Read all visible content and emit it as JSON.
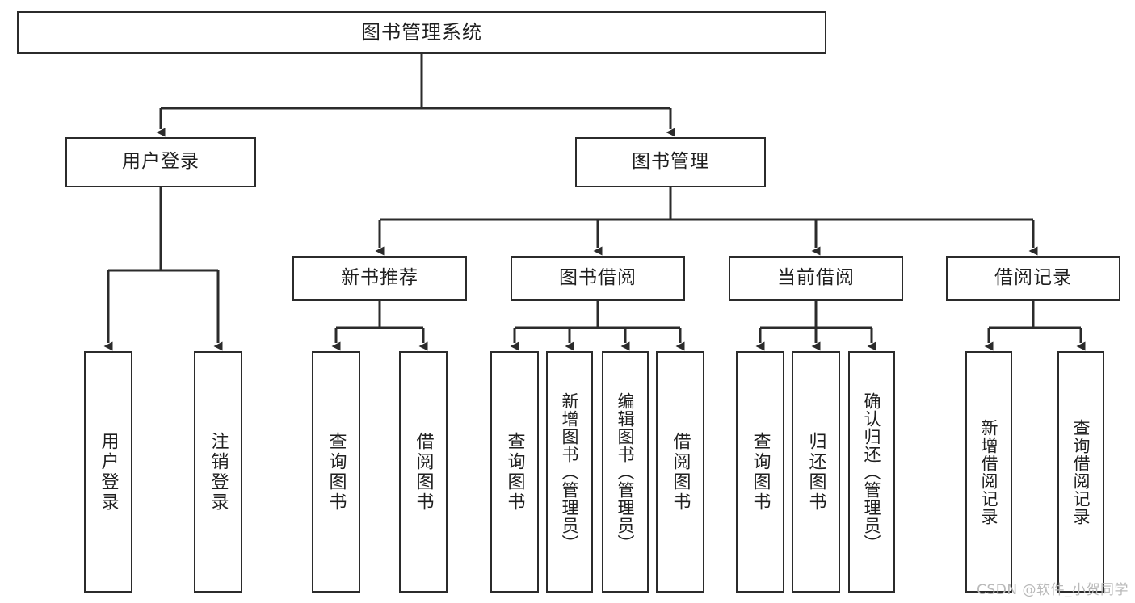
{
  "diagram": {
    "type": "tree-hierarchy-chart",
    "title": "图书管理系统",
    "watermark": "CSDN @软件_小贺同学",
    "colors": {
      "stroke": "#2b2b2b",
      "background": "#ffffff",
      "text": "#1f1f1f",
      "watermark": "#b9b9b9"
    },
    "root": {
      "label": "图书管理系统"
    },
    "level2": [
      {
        "id": "user-login",
        "label": "用户登录"
      },
      {
        "id": "book-manage",
        "label": "图书管理"
      }
    ],
    "level3": [
      {
        "id": "new-book-recommend",
        "label": "新书推荐"
      },
      {
        "id": "book-borrow",
        "label": "图书借阅"
      },
      {
        "id": "current-borrow",
        "label": "当前借阅"
      },
      {
        "id": "borrow-record",
        "label": "借阅记录"
      }
    ],
    "leaves": {
      "user_login": [
        {
          "id": "leaf-user-login",
          "label": "用户登录"
        },
        {
          "id": "leaf-logout-login",
          "label": "注销登录"
        }
      ],
      "new_book_recommend": [
        {
          "id": "leaf-query-book-1",
          "label": "查询图书"
        },
        {
          "id": "leaf-borrow-book-1",
          "label": "借阅图书"
        }
      ],
      "book_borrow": [
        {
          "id": "leaf-query-book-2",
          "label": "查询图书"
        },
        {
          "id": "leaf-add-book",
          "label": "新增图书（管理员）"
        },
        {
          "id": "leaf-edit-book",
          "label": "编辑图书（管理员）"
        },
        {
          "id": "leaf-borrow-book-2",
          "label": "借阅图书"
        }
      ],
      "current_borrow": [
        {
          "id": "leaf-query-book-3",
          "label": "查询图书"
        },
        {
          "id": "leaf-return-book",
          "label": "归还图书"
        },
        {
          "id": "leaf-confirm-return",
          "label": "确认归还（管理员）"
        }
      ],
      "borrow_record": [
        {
          "id": "leaf-add-record",
          "label": "新增借阅记录"
        },
        {
          "id": "leaf-query-record",
          "label": "查询借阅记录"
        }
      ]
    }
  }
}
